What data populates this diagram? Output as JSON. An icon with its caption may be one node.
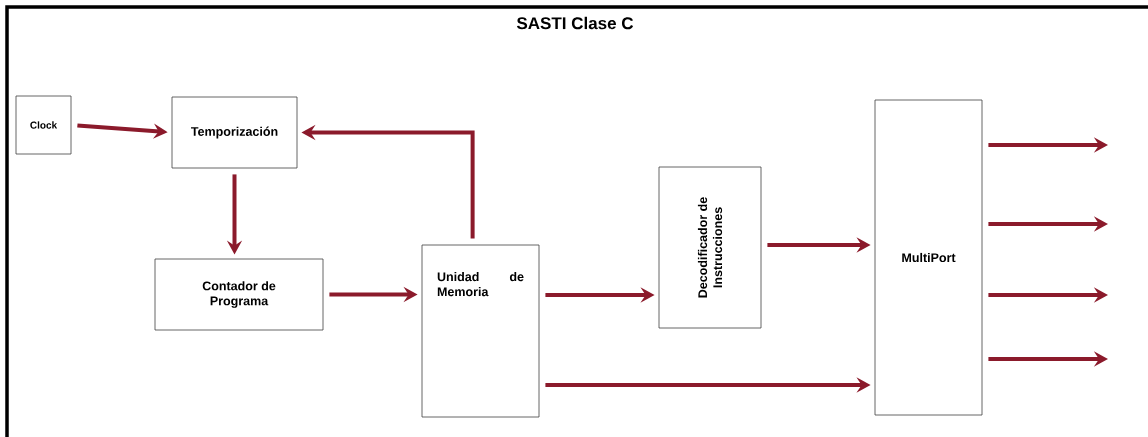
{
  "diagram": {
    "title": "SASTI  Clase C",
    "nodes": [
      {
        "text": [
          "Clock"
        ]
      },
      {
        "text": [
          "Temporización"
        ]
      },
      {
        "text": [
          "Contador de Programa"
        ]
      },
      {
        "text": [
          "Unidad de Memoria"
        ]
      },
      {
        "text": [
          "Decodificador de Instrucciones"
        ]
      },
      {
        "text": [
          "MultiPort"
        ]
      }
    ],
    "edges": [
      {
        "from": 0,
        "to": 1,
        "arrow": "to"
      },
      {
        "from": 3,
        "to": 1,
        "arrow": "to"
      },
      {
        "from": 1,
        "to": 2,
        "arrow": "to"
      },
      {
        "from": 2,
        "to": 3,
        "arrow": "to"
      },
      {
        "from": 3,
        "to": 4,
        "arrow": "to"
      },
      {
        "from": 4,
        "to": 5,
        "arrow": "to"
      },
      {
        "from": 3,
        "to": 5,
        "arrow": "to"
      },
      {
        "from": 5,
        "to": null,
        "arrow": "to"
      },
      {
        "from": 5,
        "to": null,
        "arrow": "to"
      },
      {
        "from": 5,
        "to": null,
        "arrow": "to"
      },
      {
        "from": 5,
        "to": null,
        "arrow": "to"
      }
    ]
  }
}
